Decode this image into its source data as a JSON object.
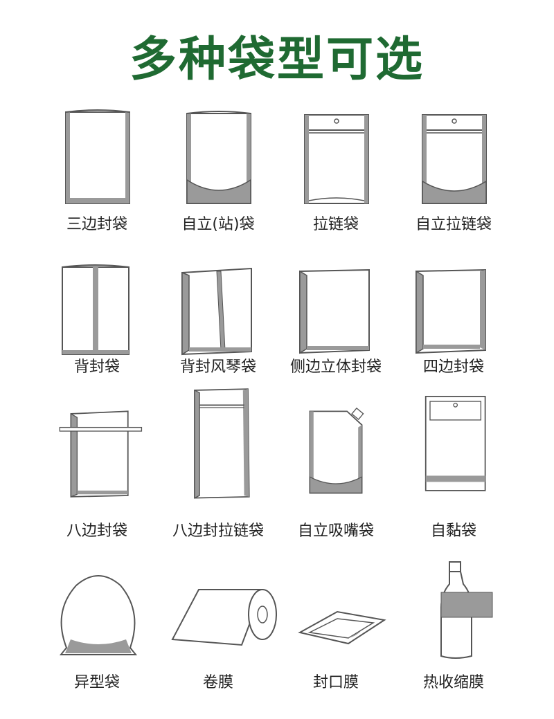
{
  "title": "多种袋型可选",
  "colors": {
    "title": "#1f6a32",
    "outline": "#555555",
    "fill": "#9a9a9a"
  },
  "items": [
    {
      "label": "三边封袋",
      "icon": "three-side-seal-bag-icon"
    },
    {
      "label": "自立(站)袋",
      "icon": "stand-up-pouch-icon"
    },
    {
      "label": "拉链袋",
      "icon": "zipper-bag-icon"
    },
    {
      "label": "自立拉链袋",
      "icon": "stand-up-zipper-bag-icon"
    },
    {
      "label": "背封袋",
      "icon": "back-seal-bag-icon"
    },
    {
      "label": "背封风琴袋",
      "icon": "back-seal-gusset-bag-icon"
    },
    {
      "label": "侧边立体封袋",
      "icon": "side-gusset-bag-icon"
    },
    {
      "label": "四边封袋",
      "icon": "four-side-seal-bag-icon"
    },
    {
      "label": "八边封袋",
      "icon": "eight-side-seal-bag-icon"
    },
    {
      "label": "八边封拉链袋",
      "icon": "eight-side-zipper-bag-icon"
    },
    {
      "label": "自立吸嘴袋",
      "icon": "spout-pouch-icon"
    },
    {
      "label": "自黏袋",
      "icon": "self-adhesive-bag-icon"
    },
    {
      "label": "异型袋",
      "icon": "shaped-bag-icon"
    },
    {
      "label": "卷膜",
      "icon": "film-roll-icon"
    },
    {
      "label": "封口膜",
      "icon": "sealing-film-icon"
    },
    {
      "label": "热收缩膜",
      "icon": "shrink-film-bottle-icon"
    }
  ]
}
